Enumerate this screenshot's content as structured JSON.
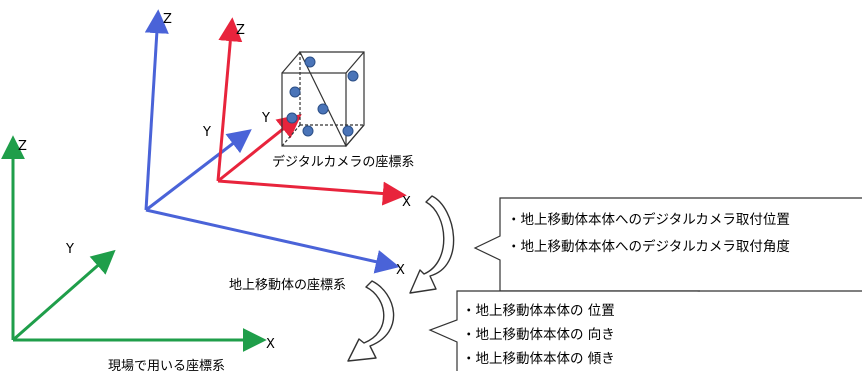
{
  "camera_frame": {
    "axes": {
      "x": "X",
      "y": "Y",
      "z": "Z"
    },
    "caption": "デジタルカメラの座標系",
    "color": "#e8243c"
  },
  "vehicle_frame": {
    "axes": {
      "x": "X",
      "y": "Y",
      "z": "Z"
    },
    "caption": "地上移動体の座標系",
    "color": "#4a63d8"
  },
  "site_frame": {
    "axes": {
      "x": "X",
      "y": "Y",
      "z": "Z"
    },
    "caption": "現場で用いる座標系",
    "color": "#1f9e4a"
  },
  "callout_camera_mount": {
    "items": [
      "・地上移動体本体へのデジタルカメラ取付位置",
      "・地上移動体本体へのデジタルカメラ取付角度"
    ]
  },
  "callout_vehicle_pose": {
    "items": [
      "・地上移動体本体の 位置",
      "・地上移動体本体の 向き",
      "・地上移動体本体の 傾き"
    ]
  },
  "colors": {
    "marker_fill": "#4a74b8",
    "marker_stroke": "#2c4f86",
    "outline": "#333333"
  }
}
